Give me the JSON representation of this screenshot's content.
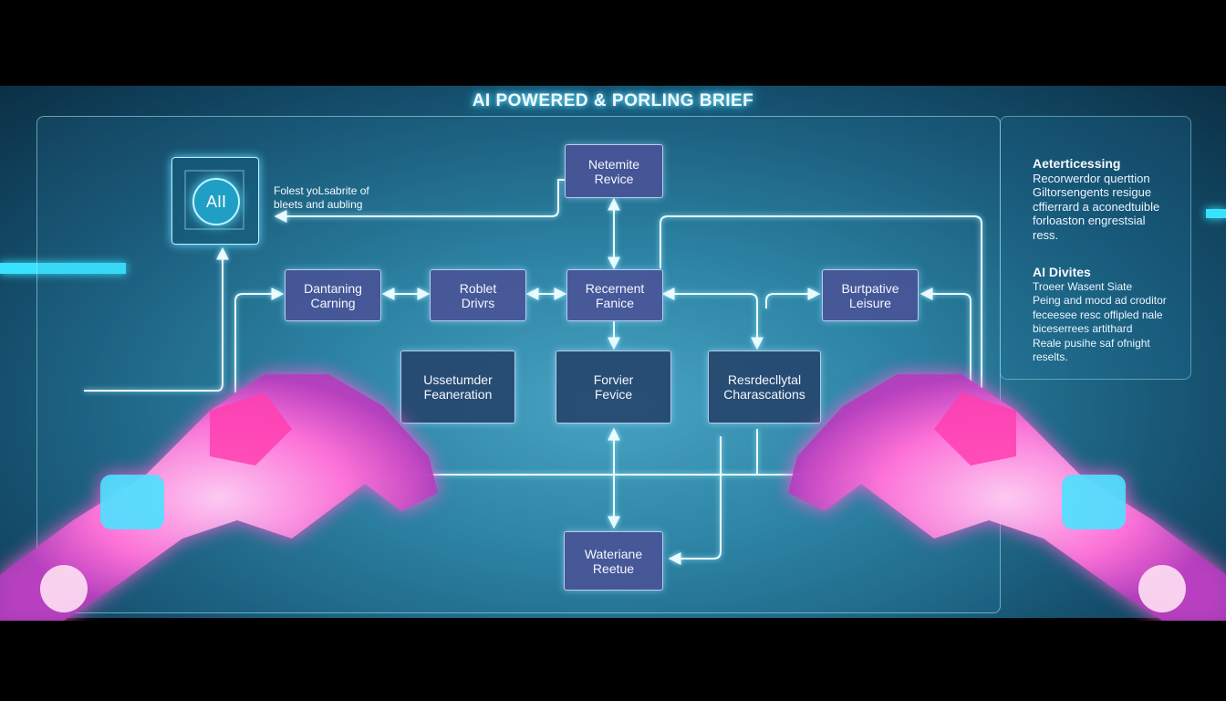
{
  "title": "AI POWERED & PORLING BRIEF",
  "ai_badge": "AII",
  "note_lines": [
    "Folest yoLsabrite of",
    "bleets and aubling"
  ],
  "nodes": {
    "top": [
      "Netemite",
      "Revice"
    ],
    "left": [
      "Dantaning",
      "Carning"
    ],
    "robot": [
      "Roblet",
      "Drivrs"
    ],
    "center": [
      "Recernent",
      "Fanice"
    ],
    "right": [
      "Burtpative",
      "Leisure"
    ],
    "useset": [
      "Ussetumder",
      "Feaneration"
    ],
    "forvier": [
      "Forvier",
      "Fevice"
    ],
    "resr": [
      "Resrdecllytal",
      "Charascations"
    ],
    "bottom": [
      "Wateriane",
      "Reetue"
    ]
  },
  "panel": {
    "section1_title": "Aeterticessing",
    "section1_lines": [
      "Recorwerdor querttion",
      "Giltorsengents resigue",
      "cffierrard a aconedtuible",
      "forloaston engrestsial",
      "ress."
    ],
    "section2_title": "AI Divites",
    "section2_lines": [
      "Troeer Wasent Siate",
      "Peing and mocd ad croditor",
      "feceesee resc offipled nale",
      "biceserrees artithard",
      "Reale pusihe saf ofnight",
      "reselts."
    ]
  },
  "colors": {
    "accent": "#38e3ff",
    "node_fill": "#4a5296",
    "connector": "#e8f8ff",
    "hand_glow": "#ff6fd8"
  }
}
